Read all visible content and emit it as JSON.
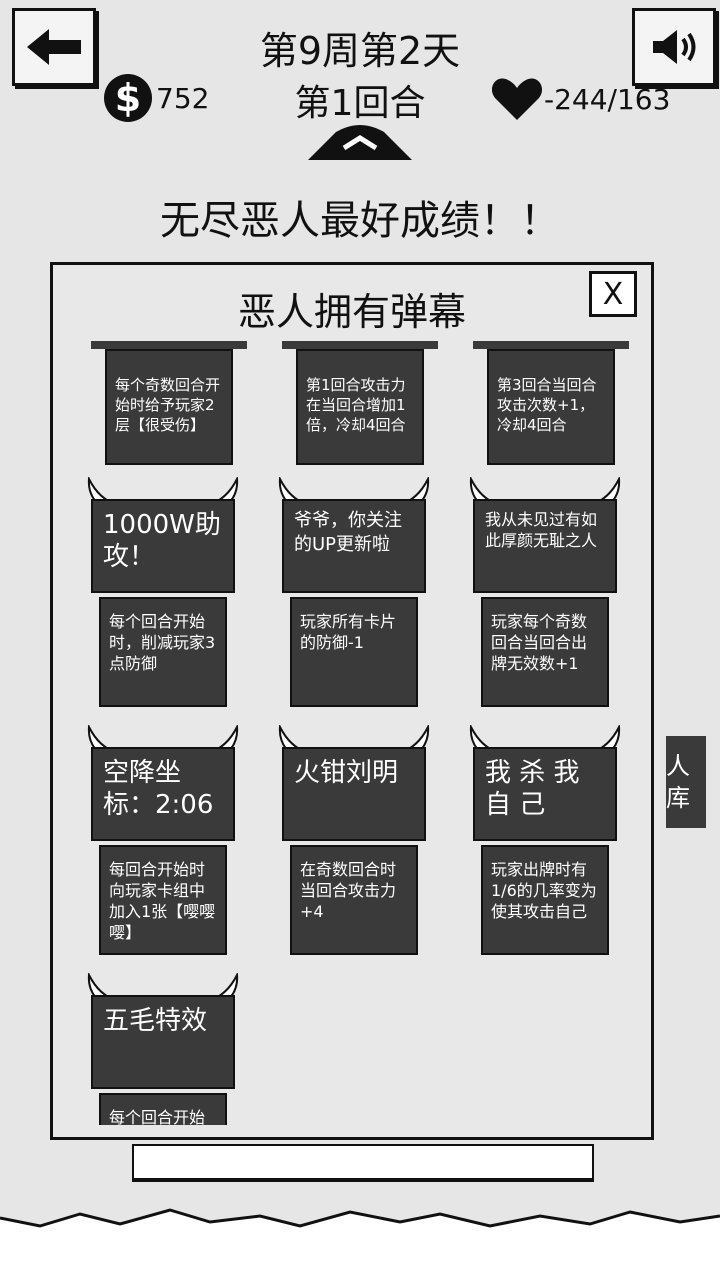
{
  "header": {
    "week_day": "第9周第2天",
    "round": "第1回合",
    "coins": "752",
    "hp": "-244/163"
  },
  "best_record_text": "无尽恶人最好成绩！！",
  "panel": {
    "title": "恶人拥有弹幕",
    "close_label": "X"
  },
  "cards": [
    {
      "name": "",
      "desc": "每个奇数回合开始时给予玩家2层【很受伤】"
    },
    {
      "name": "",
      "desc": "第1回合攻击力在当回合增加1倍，冷却4回合"
    },
    {
      "name": "",
      "desc": "第3回合当回合攻击次数+1，冷却4回合"
    },
    {
      "name": "1000W助攻！",
      "desc": "每个回合开始时，削减玩家3点防御"
    },
    {
      "name": "爷爷，你关注的UP更新啦",
      "desc": "玩家所有卡片的防御-1"
    },
    {
      "name": "我从未见过有如此厚颜无耻之人",
      "desc": "玩家每个奇数回合当回合出牌无效数+1"
    },
    {
      "name": "空降坐标：2:06",
      "desc": "每回合开始时向玩家卡组中加入1张【嘤嘤嘤】"
    },
    {
      "name": "火钳刘明",
      "desc": "在奇数回合时当回合攻击力+4"
    },
    {
      "name": "我 杀 我 自 己",
      "desc": "玩家出牌时有1/6的几率变为使其攻击自己"
    },
    {
      "name": "五毛特效",
      "desc": "每个回合开始"
    }
  ],
  "side_tab_text": "人库"
}
